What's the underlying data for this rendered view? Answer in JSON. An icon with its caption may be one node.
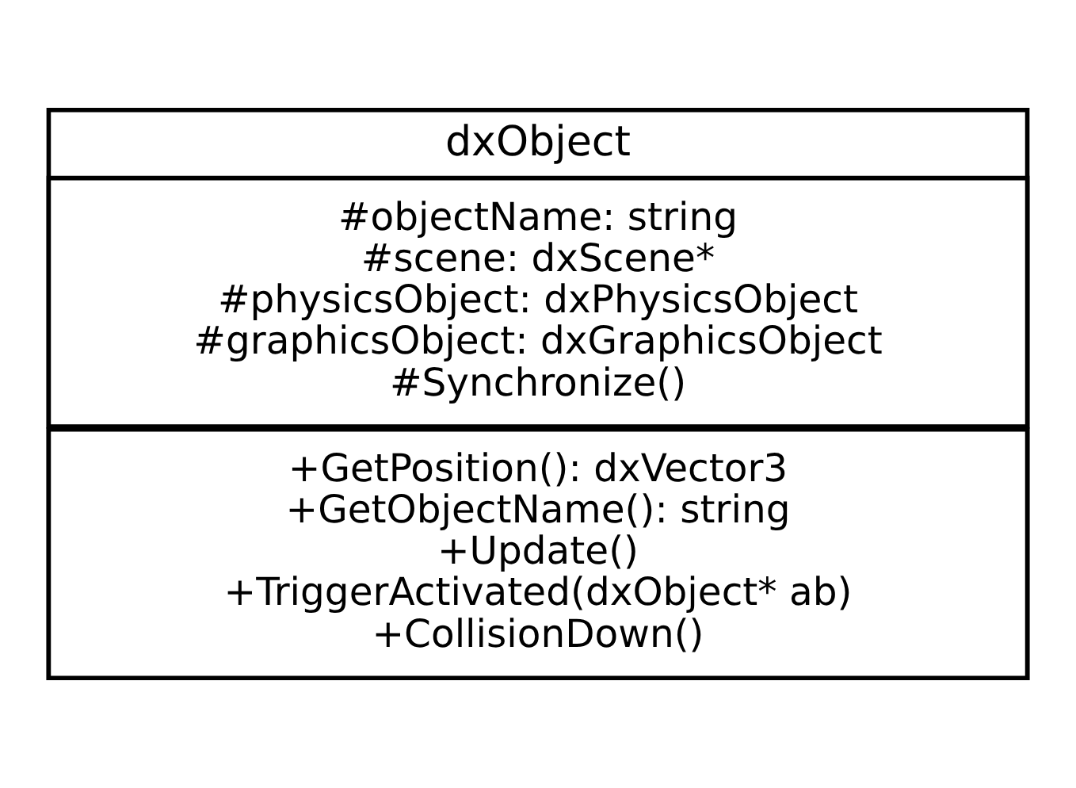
{
  "diagram": {
    "nodes": [
      {
        "text": [
          "dxObject"
        ]
      },
      {
        "text": [
          "#objectName: string",
          "#scene: dxScene*",
          "#physicsObject: dxPhysicsObject",
          "#graphicsObject: dxGraphicsObject",
          "#Synchronize()"
        ],
        "in": 0
      },
      {
        "text": [
          "+GetPosition(): dxVector3",
          "+GetObjectName(): string",
          "+Update()",
          "+TriggerActivated(dxObject* ab)",
          "+CollisionDown()"
        ],
        "in": 0
      }
    ],
    "edges": []
  }
}
